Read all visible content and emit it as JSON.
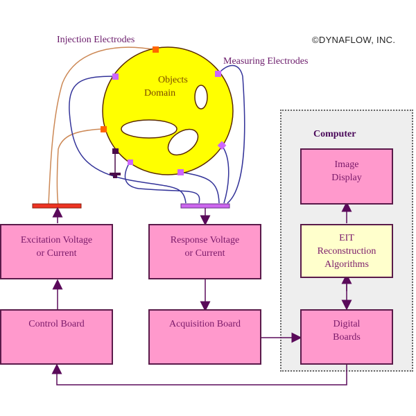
{
  "copyright": "©DYNAFLOW, INC.",
  "labels": {
    "injection_electrodes": "Injection Electrodes",
    "measuring_electrodes": "Measuring Electrodes",
    "objects_domain_line1": "Objects",
    "objects_domain_line2": "Domain"
  },
  "computer_panel": {
    "title": "Computer"
  },
  "boxes": {
    "excitation": {
      "line1": "Excitation Voltage",
      "line2": "or Current"
    },
    "response": {
      "line1": "Response Voltage",
      "line2": "or Current"
    },
    "control_board": {
      "line1": "Control Board"
    },
    "acquisition_board": {
      "line1": "Acquisition Board"
    },
    "image_display": {
      "line1": "Image",
      "line2": "Display"
    },
    "eit_reconstruction": {
      "line1": "EIT",
      "line2": "Reconstruction",
      "line3": "Algorithms"
    },
    "digital_boards": {
      "line1": "Digital",
      "line2": "Boards"
    }
  },
  "colors": {
    "box_pink": "#ff99cc",
    "box_yellow": "#ffffcc",
    "domain_yellow": "#ffff00",
    "injection_electrode": "#ff6600",
    "measuring_electrode": "#cc66ff",
    "injection_wire": "#cc8855",
    "measuring_wire": "#333399",
    "arrow": "#5a0a5a"
  }
}
